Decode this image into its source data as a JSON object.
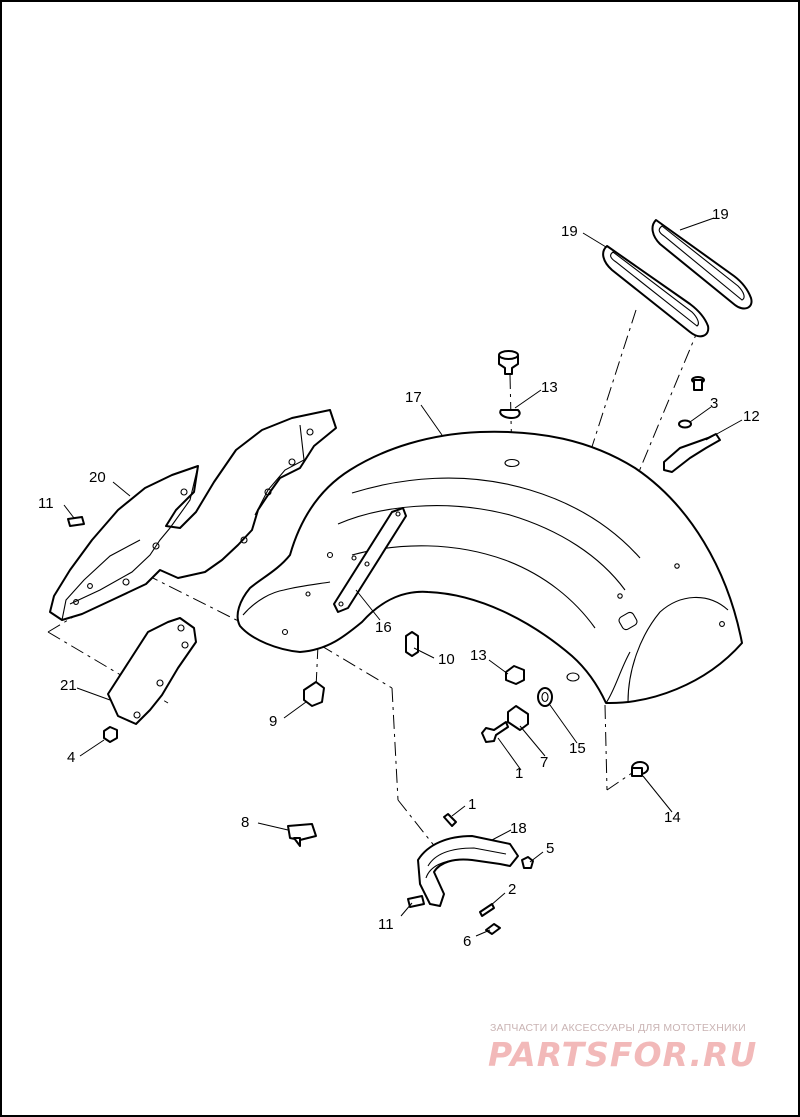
{
  "callouts": {
    "c1": "19",
    "c2": "19",
    "c3": "13",
    "c4": "17",
    "c5": "3",
    "c6": "12",
    "c7": "20",
    "c8": "11",
    "c9": "16",
    "c10": "10",
    "c11": "13",
    "c12": "21",
    "c13": "9",
    "c14": "4",
    "c15": "1",
    "c16": "7",
    "c17": "15",
    "c18": "14",
    "c19": "8",
    "c20": "1",
    "c21": "18",
    "c22": "5",
    "c23": "2",
    "c24": "11",
    "c25": "6"
  },
  "watermark": {
    "subtitle": "ЗАПЧАСТИ И АКСЕССУАРЫ ДЛЯ МОТОТЕХНИКИ",
    "brand": "PARTSFOR.RU"
  },
  "colors": {
    "line": "#000000",
    "background": "#ffffff",
    "watermark": "#f2b9b9"
  }
}
